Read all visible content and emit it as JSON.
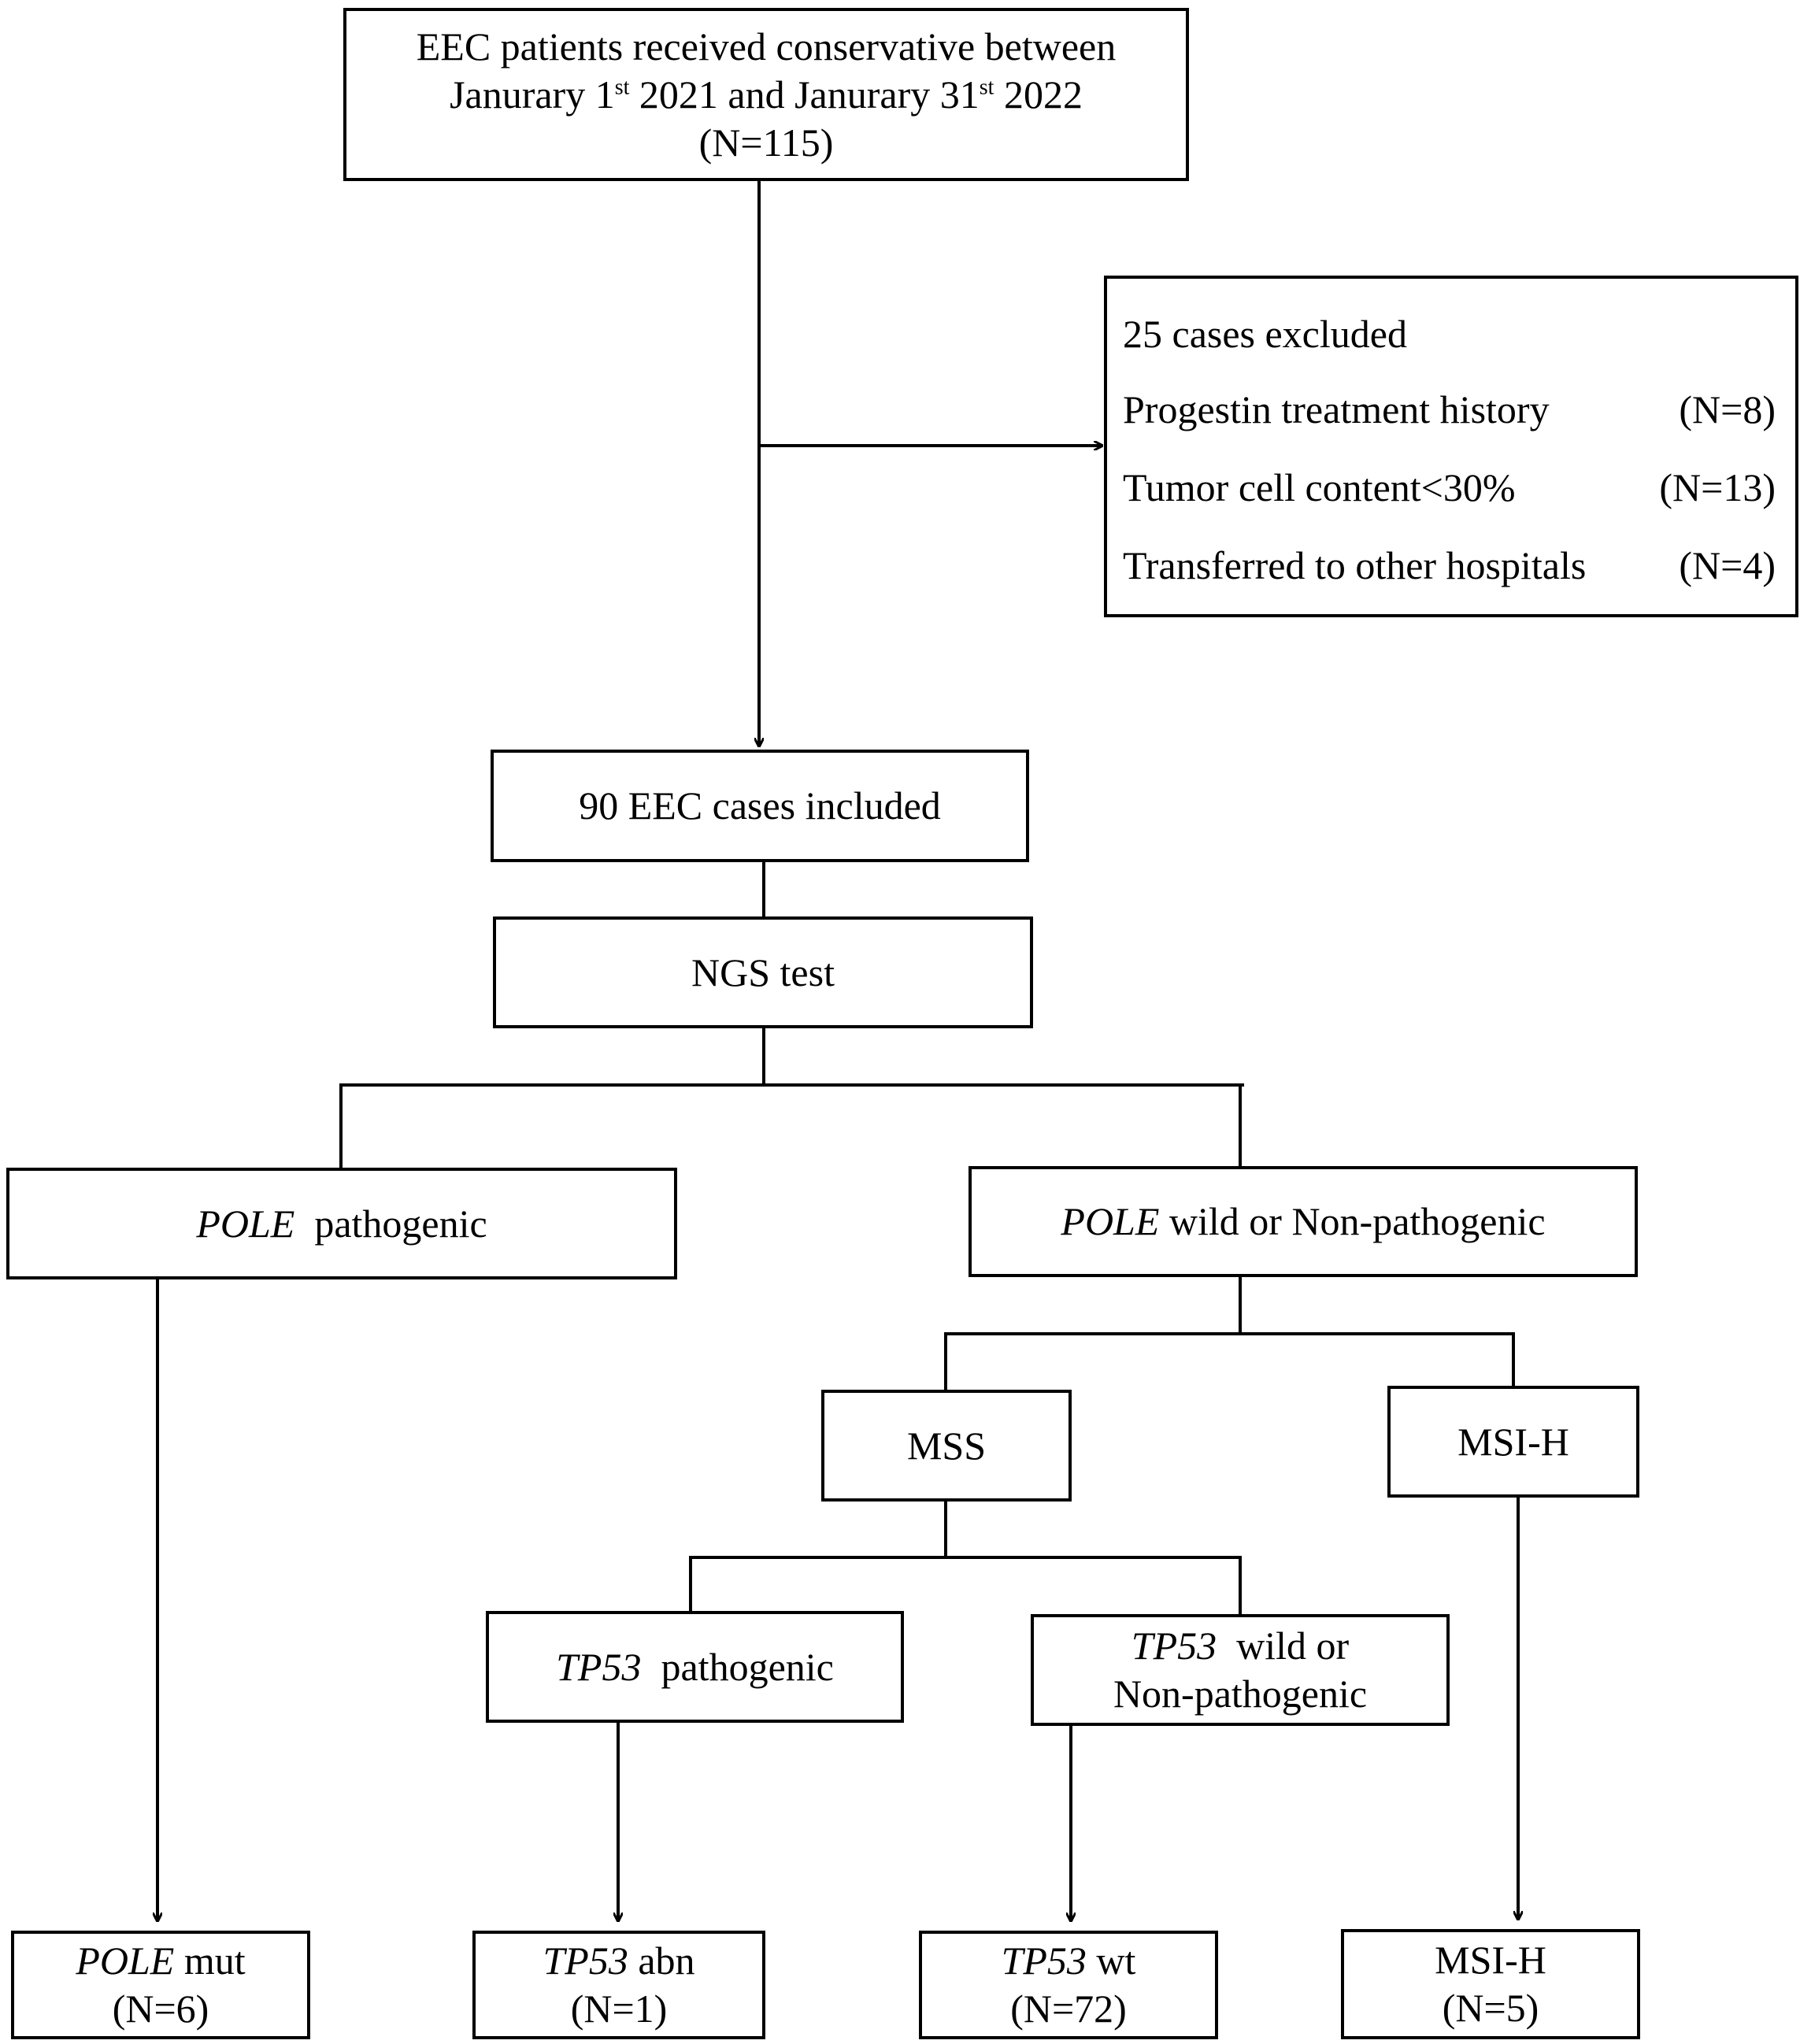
{
  "top": {
    "line1": "EEC patients received conservative between",
    "l2_a": "Janurary 1",
    "l2_sup1": "st",
    "l2_b": " 2021 and  Janurary 31",
    "l2_sup2": "st",
    "l2_c": " 2022",
    "line3": "(N=115)"
  },
  "exclusion": {
    "title": "25 cases excluded",
    "reasons": [
      {
        "label": "Progestin treatment history",
        "n": "(N=8)"
      },
      {
        "label": "Tumor cell content<30%",
        "n": "(N=13)"
      },
      {
        "label": "Transferred to other hospitals",
        "n": "(N=4)"
      }
    ]
  },
  "included": "90 EEC cases included",
  "ngs": "NGS test",
  "pole_path": {
    "gene": "POLE",
    "rest": "  pathogenic"
  },
  "pole_wild": {
    "gene": "POLE",
    "rest": " wild or Non-pathogenic"
  },
  "mss": "MSS",
  "msih": "MSI-H",
  "tp53_path": {
    "gene": "TP53",
    "rest": "  pathogenic"
  },
  "tp53_wild": {
    "gene": "TP53",
    "rest": "  wild or",
    "line2": "Non-pathogenic"
  },
  "outcomes": {
    "pole": {
      "gene": "POLE",
      "rest": " mut",
      "n": "(N=6)"
    },
    "tp53abn": {
      "gene": "TP53",
      "rest": " abn",
      "n": "(N=1)"
    },
    "tp53wt": {
      "gene": "TP53",
      "rest": " wt",
      "n": "(N=72)"
    },
    "msih": {
      "label": "MSI-H",
      "n": "(N=5)"
    }
  }
}
